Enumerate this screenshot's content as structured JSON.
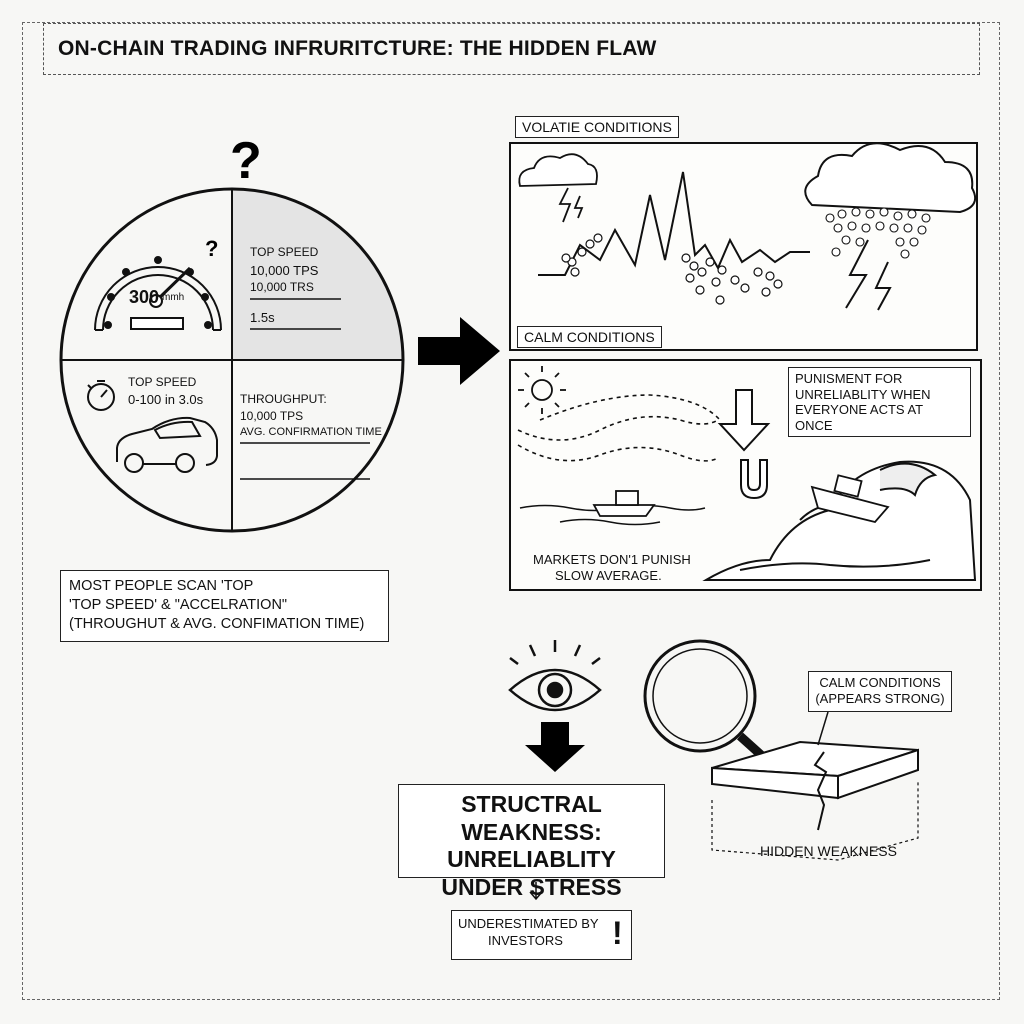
{
  "title": "ON-CHAIN TRADING INFRURITCTURE: THE HIDDEN FLAW",
  "dial": {
    "speedometer_value": "300",
    "speedometer_unit": "mmh",
    "q1": {
      "line1": "TOP SPEED",
      "line2": "10,000 TPS",
      "line3": "10,000 TRS",
      "line4": "1.5s"
    },
    "q3": {
      "line1": "TOP SPEED",
      "line2": "0-100 in 3.0s"
    },
    "q4": {
      "line1": "THROUGHPUT:",
      "line2": "10,000 TPS",
      "line3": "AVG. CONFIRMATION TIME"
    }
  },
  "scan_note": {
    "line1": "MOST PEOPLE SCAN 'TOP",
    "line2": "'TOP SPEED' & \"ACCELRATION\"",
    "line3": "(THROUGHUT & AVG. CONFIMATION TIME)"
  },
  "volatile": {
    "label": "VOLATIE CONDITIONS",
    "calm_label": "CALM CONDITIONS"
  },
  "calm_panel": {
    "punish_line1": "PUNISMENT FOR",
    "punish_line2": "UNRELIABLITY WHEN",
    "punish_line3": "EVERYONE ACTS AT ONCE",
    "markets_line1": "MARKETS DON'1 PUNISH",
    "markets_line2": "SLOW AVERAGE."
  },
  "bottom": {
    "calm_box_line1": "CALM CONDITIONS",
    "calm_box_line2": "(APPEARS STRONG)",
    "hidden": "HIDDEN WEAKNESS",
    "weak_line1": "STRUCTRAL WEAKNESS:",
    "weak_line2": "UNRELIABLITY",
    "weak_line3": "UNDER STRESS",
    "under_line1": "UNDERESTIMATED BY",
    "under_line2": "INVESTORS",
    "exclaim": "!"
  },
  "colors": {
    "ink": "#111111",
    "paper": "#f7f7f5",
    "shade": "#e6e6e6"
  }
}
